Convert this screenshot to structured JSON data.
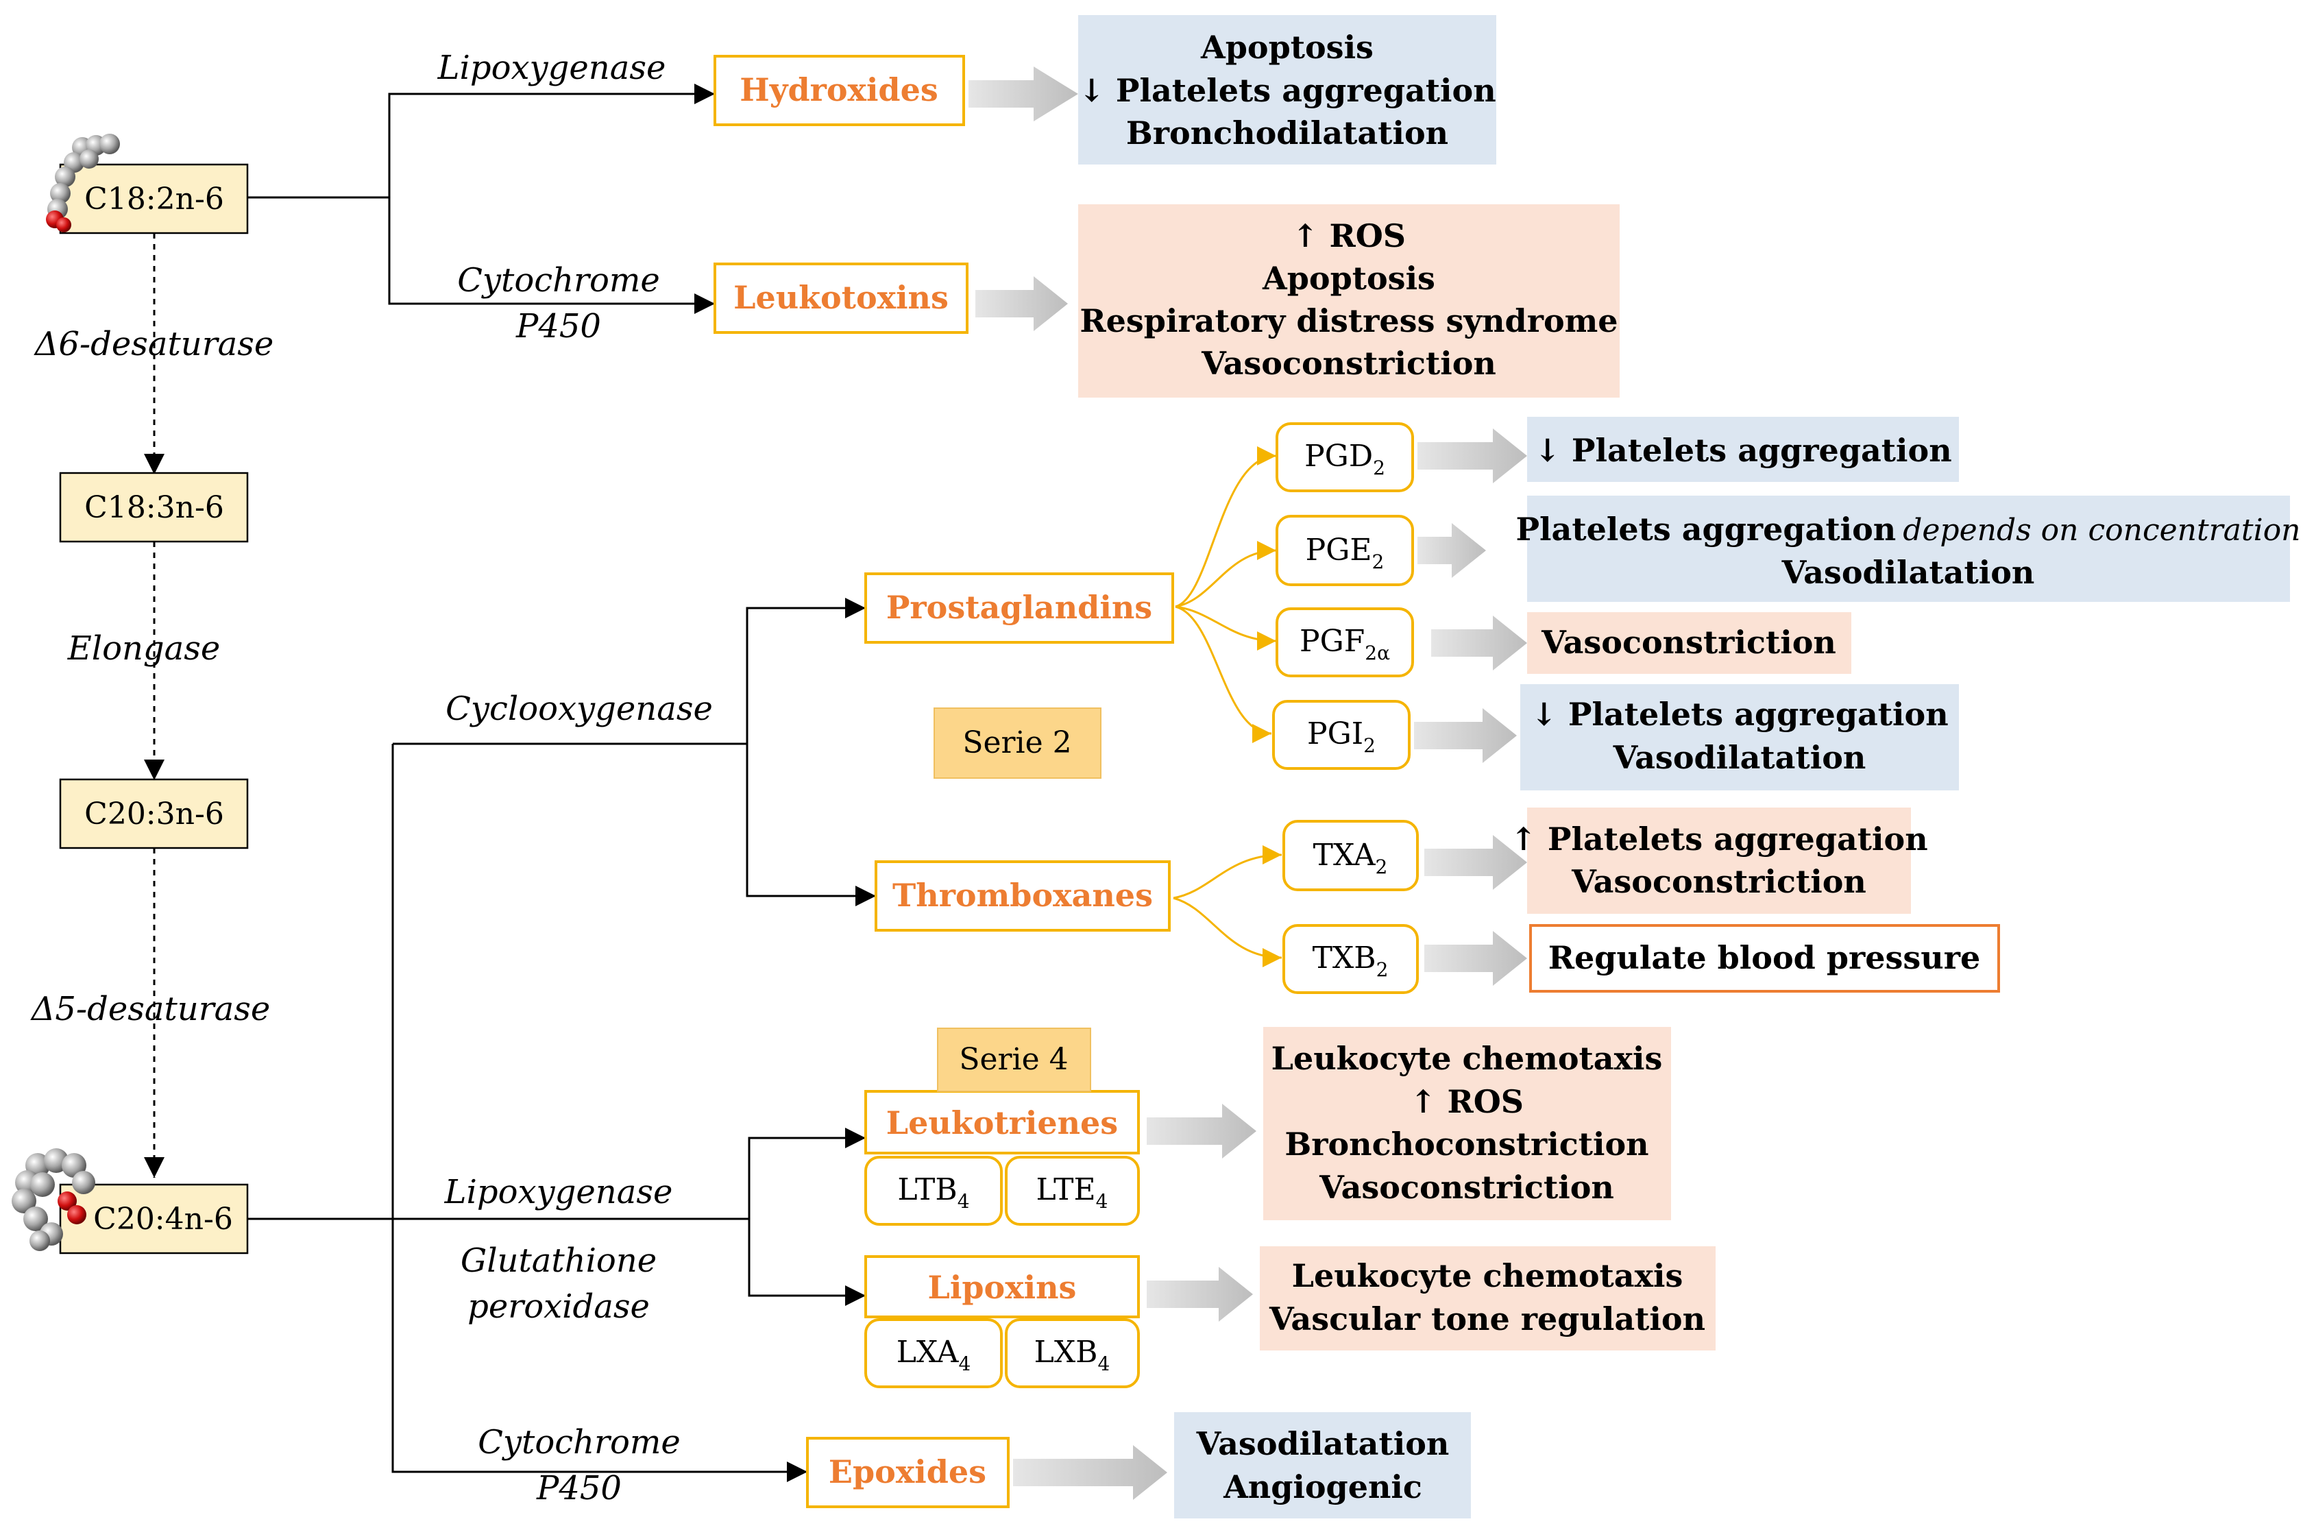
{
  "precursors": {
    "c18_2": "C18:2n-6",
    "c18_3": "C18:3n-6",
    "c20_3": "C20:3n-6",
    "c20_4": "C20:4n-6"
  },
  "enzymes": {
    "d6": "Δ6-desaturase",
    "elongase": "Elongase",
    "d5": "Δ5-desaturase",
    "lipox_top": "Lipoxygenase",
    "cyto_top_1": "Cytochrome",
    "cyto_top_2": "P450",
    "cox": "Cyclooxygenase",
    "lipox_bottom": "Lipoxygenase",
    "gpx_1": "Glutathione",
    "gpx_2": "peroxidase",
    "cyto_bottom_1": "Cytochrome",
    "cyto_bottom_2": "P450"
  },
  "metabolites": {
    "hydroxides": "Hydroxides",
    "leukotoxins": "Leukotoxins",
    "prostaglandins": "Prostaglandins",
    "thromboxanes": "Thromboxanes",
    "leukotrienes": "Leukotrienes",
    "lipoxins": "Lipoxins",
    "epoxides": "Epoxides"
  },
  "series": {
    "serie2": "Serie 2",
    "serie4": "Serie 4"
  },
  "subtypes": {
    "pgd2": {
      "base": "PGD",
      "sub": "2"
    },
    "pge2": {
      "base": "PGE",
      "sub": "2"
    },
    "pgf2a": {
      "base": "PGF",
      "sub": "2α"
    },
    "pgi2": {
      "base": "PGI",
      "sub": "2"
    },
    "txa2": {
      "base": "TXA",
      "sub": "2"
    },
    "txb2": {
      "base": "TXB",
      "sub": "2"
    },
    "ltb4": {
      "base": "LTB",
      "sub": "4"
    },
    "lte4": {
      "base": "LTE",
      "sub": "4"
    },
    "lxa4": {
      "base": "LXA",
      "sub": "4"
    },
    "lxb4": {
      "base": "LXB",
      "sub": "4"
    }
  },
  "effects": {
    "hydroxides": [
      "Apoptosis",
      "↓ Platelets aggregation",
      "Bronchodilatation"
    ],
    "leukotoxins": [
      "↑ ROS",
      "Apoptosis",
      "Respiratory distress syndrome",
      "Vasoconstriction"
    ],
    "pgd2": [
      "↓  Platelets aggregation"
    ],
    "pge2_line1_bold": "Platelets aggregation",
    "pge2_line1_italic": "depends on concentration",
    "pge2_line2": "Vasodilatation",
    "pgf2a": [
      "Vasoconstriction"
    ],
    "pgi2": [
      "↓  Platelets aggregation",
      "Vasodilatation"
    ],
    "txa2": [
      "↑ Platelets aggregation",
      "Vasoconstriction"
    ],
    "txb2": [
      "Regulate blood pressure"
    ],
    "leukotrienes": [
      "Leukocyte chemotaxis",
      "↑ ROS",
      "Bronchoconstriction",
      "Vasoconstriction"
    ],
    "lipoxins": [
      "Leukocyte chemotaxis",
      "Vascular tone regulation"
    ],
    "epoxides": [
      "Vasodilatation",
      "Angiogenic"
    ]
  },
  "colors": {
    "precursor_fill": "#fdf0c8",
    "metabolite_border": "#f5b400",
    "metabolite_text": "#ed7d31",
    "serie_fill": "#fcd68a",
    "blue_effect": "#dce6f1",
    "peach_effect": "#fbe2d5",
    "txb2_border": "#ed7d31",
    "arrow_grey": "#c8c8c8"
  }
}
